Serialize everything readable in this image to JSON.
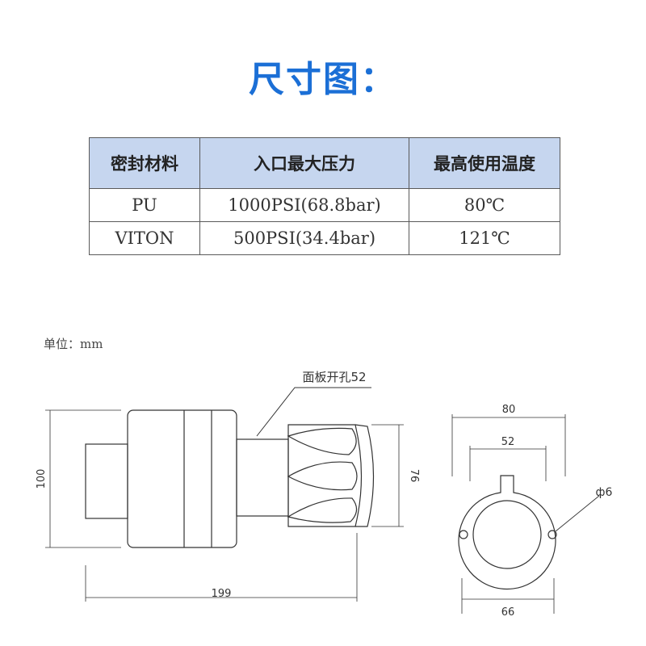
{
  "title": "尺寸图：",
  "table": {
    "headers": [
      "密封材料",
      "入口最大压力",
      "最高使用温度"
    ],
    "rows": [
      [
        "PU",
        "1000PSI(68.8bar)",
        "80℃"
      ],
      [
        "VITON",
        "500PSI(34.4bar)",
        "121℃"
      ]
    ]
  },
  "drawing": {
    "unit_label": "单位：mm",
    "panel_hole_label": "面板开孔52",
    "dim_height": "100",
    "dim_length": "199",
    "dim_nut": "76",
    "dim_outer": "80",
    "dim_inner": "52",
    "dim_hole": "ф6",
    "dim_bottom": "66"
  },
  "colors": {
    "title": "#1b6fd6",
    "header_bg": "#c6d6ef",
    "line": "#333333"
  }
}
